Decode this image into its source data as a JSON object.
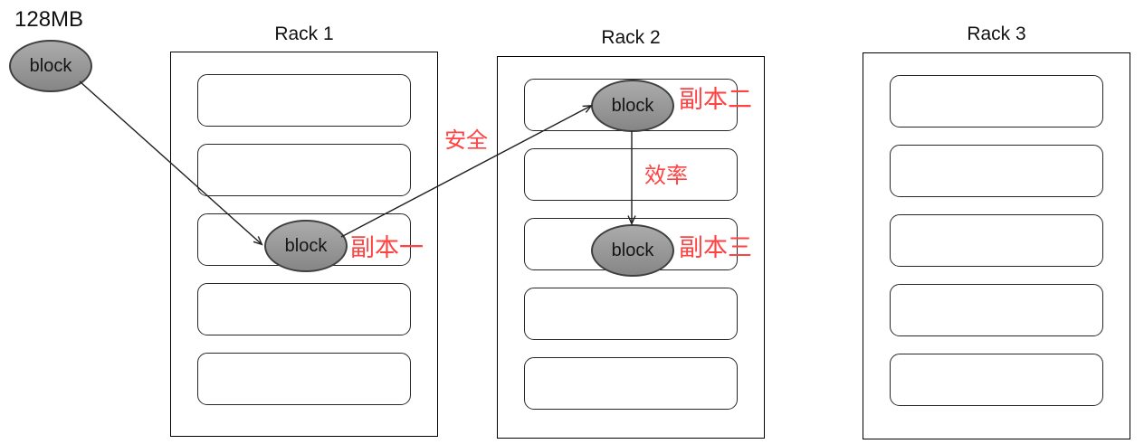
{
  "source": {
    "size_label": "128MB",
    "block_label": "block"
  },
  "racks": [
    {
      "title": "Rack 1"
    },
    {
      "title": "Rack 2"
    },
    {
      "title": "Rack 3"
    }
  ],
  "replicas": [
    {
      "block_label": "block",
      "annotation": "副本一"
    },
    {
      "block_label": "block",
      "annotation": "副本二"
    },
    {
      "block_label": "block",
      "annotation": "副本三"
    }
  ],
  "arrow_labels": {
    "safety": "安全",
    "efficiency": "效率"
  },
  "colors": {
    "annotation_red": "#ff4242",
    "block_fill_top": "#ababab",
    "block_fill_bottom": "#868686",
    "block_border": "#3f3f3f",
    "line_color": "#1f1f1f"
  }
}
